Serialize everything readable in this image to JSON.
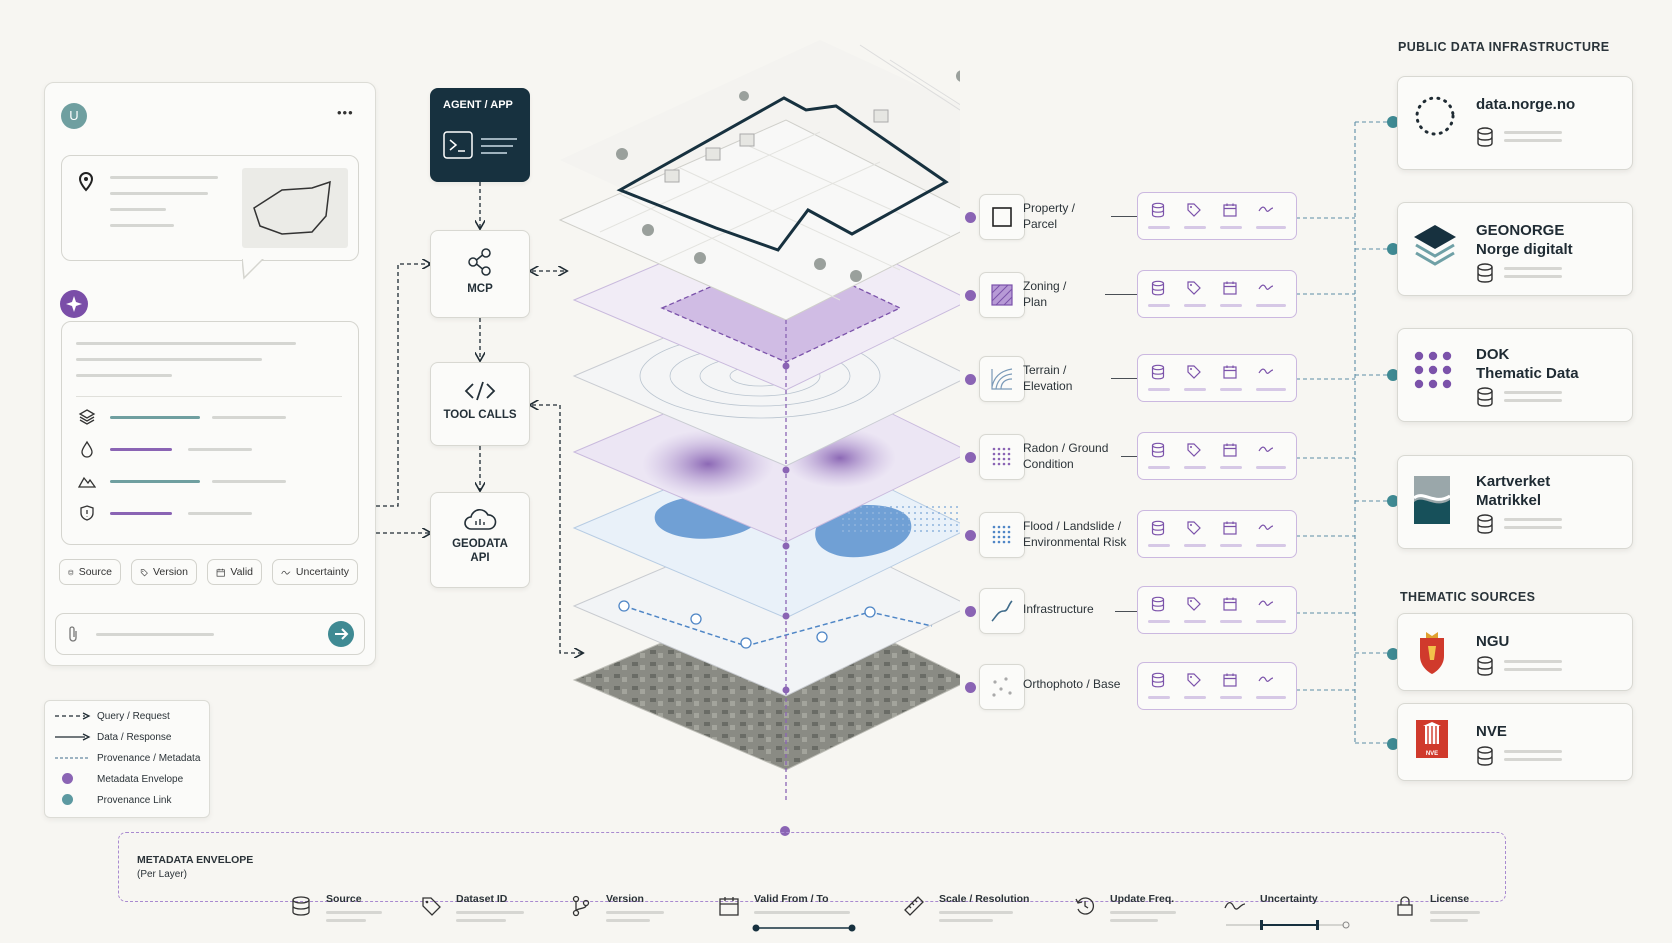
{
  "chat": {
    "avatar_letter": "U",
    "more": "•••",
    "chips": [
      "Source",
      "Version",
      "Valid",
      "Uncertainty"
    ]
  },
  "flow": {
    "agent_label": "AGENT / APP",
    "mcp_label": "MCP",
    "tool_calls_label": "TOOL CALLS",
    "geodata_label": "GEODATA API"
  },
  "layers": [
    {
      "label": "Property / Parcel"
    },
    {
      "label": "Zoning / Plan"
    },
    {
      "label": "Terrain / Elevation"
    },
    {
      "label": "Radon / Ground Condition"
    },
    {
      "label": "Flood / Landslide / Environmental Risk"
    },
    {
      "label": "Infrastructure"
    },
    {
      "label": "Orthophoto / Base"
    }
  ],
  "sources": {
    "public_title": "PUBLIC DATA INFRASTRUCTURE",
    "thematic_title": "THEMATIC SOURCES",
    "cards": [
      {
        "name": "data.norge.no",
        "sub": ""
      },
      {
        "name": "GEONORGE",
        "sub": "Norge digitalt"
      },
      {
        "name": "DOK",
        "sub": "Thematic Data"
      },
      {
        "name": "Kartverket",
        "sub": "Matrikkel"
      },
      {
        "name": "NGU",
        "sub": ""
      },
      {
        "name": "NVE",
        "sub": ""
      }
    ],
    "nve_logo_text": "NVE"
  },
  "legend": [
    {
      "label": "Query / Request"
    },
    {
      "label": "Data / Response"
    },
    {
      "label": "Provenance / Metadata"
    },
    {
      "label": "Metadata Envelope"
    },
    {
      "label": "Provenance Link"
    }
  ],
  "envelope": {
    "title": "METADATA ENVELOPE",
    "subtitle": "(Per Layer)",
    "fields": [
      "Source",
      "Dataset ID",
      "Version",
      "Valid From / To",
      "Scale / Resolution",
      "Update Freq.",
      "Uncertainty",
      "License"
    ]
  },
  "colors": {
    "navy": "#17313f",
    "purple": "#8a64b4",
    "teal": "#3f8a93",
    "blue": "#4f86c6"
  }
}
